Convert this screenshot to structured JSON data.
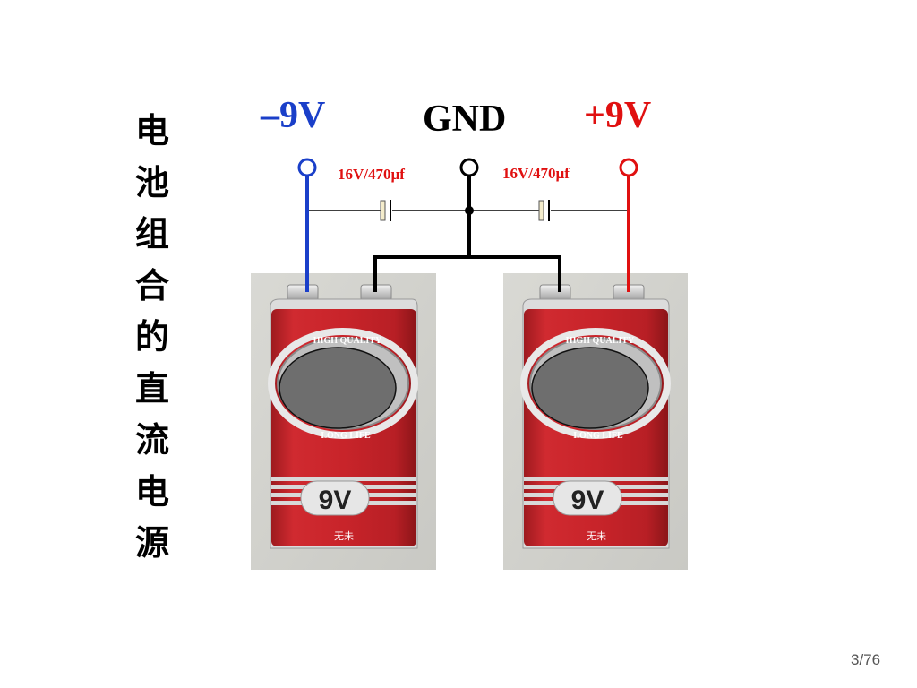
{
  "title_chars": [
    "电",
    "池",
    "组",
    "合",
    "的",
    "直",
    "流",
    "电",
    "源"
  ],
  "terminals": {
    "negative": {
      "label": "–9V",
      "color": "#1a3fc9"
    },
    "ground": {
      "label": "GND",
      "color": "#000000"
    },
    "positive": {
      "label": "+9V",
      "color": "#e01010"
    }
  },
  "capacitors": {
    "left": "16V/470µf",
    "right": "16V/470µf",
    "label_color": "#e01010"
  },
  "batteries": [
    {
      "band_top": "HIGH QUALITY",
      "band_bottom": "LONG LIFE",
      "voltage": "9V",
      "brand": "无未"
    },
    {
      "band_top": "HIGH QUALITY",
      "band_bottom": "LONG LIFE",
      "voltage": "9V",
      "brand": "无未"
    }
  ],
  "battery_color": "#c8242a",
  "page_number": "3/76"
}
